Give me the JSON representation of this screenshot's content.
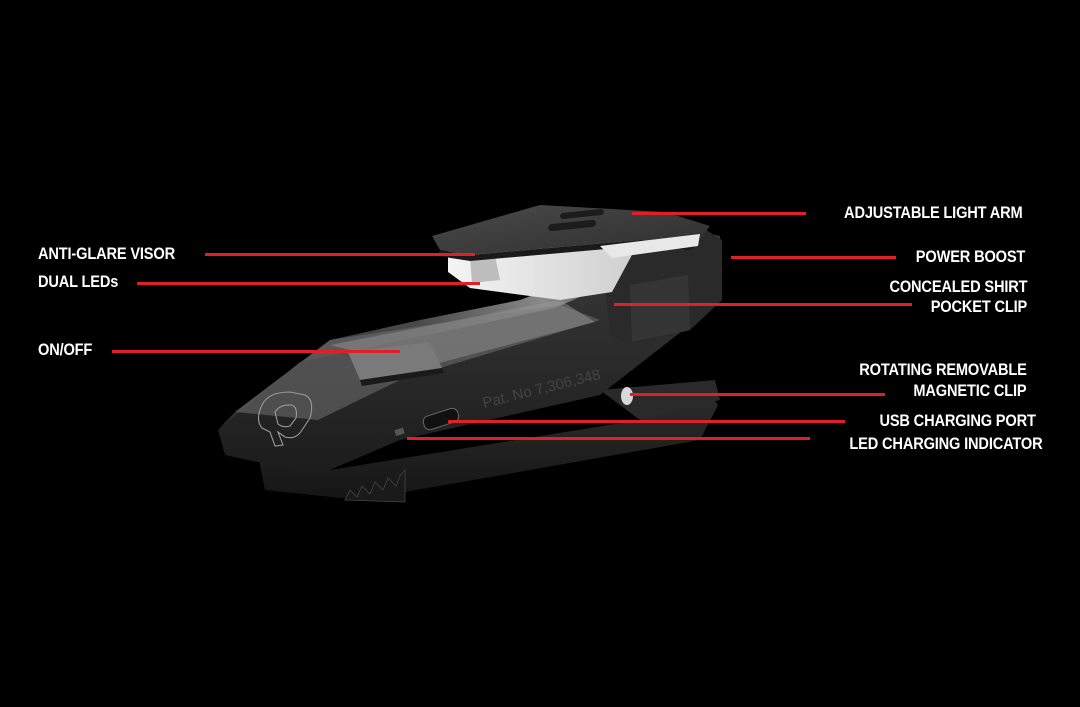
{
  "diagram": {
    "subject": "clip-on LED light (QuiqLite-style)",
    "accent_color": "#e21f26",
    "background_color": "#000000",
    "device_engraving": "Pat. No 7,306,348",
    "labels_left": [
      {
        "id": "anti-glare-visor",
        "text": "ANTI-GLARE VISOR"
      },
      {
        "id": "dual-leds",
        "text": "DUAL LEDs"
      },
      {
        "id": "on-off",
        "text": "ON/OFF"
      }
    ],
    "labels_right": [
      {
        "id": "adjustable-light-arm",
        "text": "ADJUSTABLE LIGHT ARM"
      },
      {
        "id": "power-boost",
        "text": "POWER BOOST"
      },
      {
        "id": "concealed-shirt-pocket-clip",
        "line1": "CONCEALED SHIRT",
        "line2": "POCKET CLIP"
      },
      {
        "id": "rotating-removable-magnetic-clip",
        "line1": "ROTATING REMOVABLE",
        "line2": "MAGNETIC CLIP"
      },
      {
        "id": "usb-charging-port",
        "text": "USB CHARGING PORT"
      },
      {
        "id": "led-charging-indicator",
        "text": "LED CHARGING INDICATOR"
      }
    ]
  }
}
